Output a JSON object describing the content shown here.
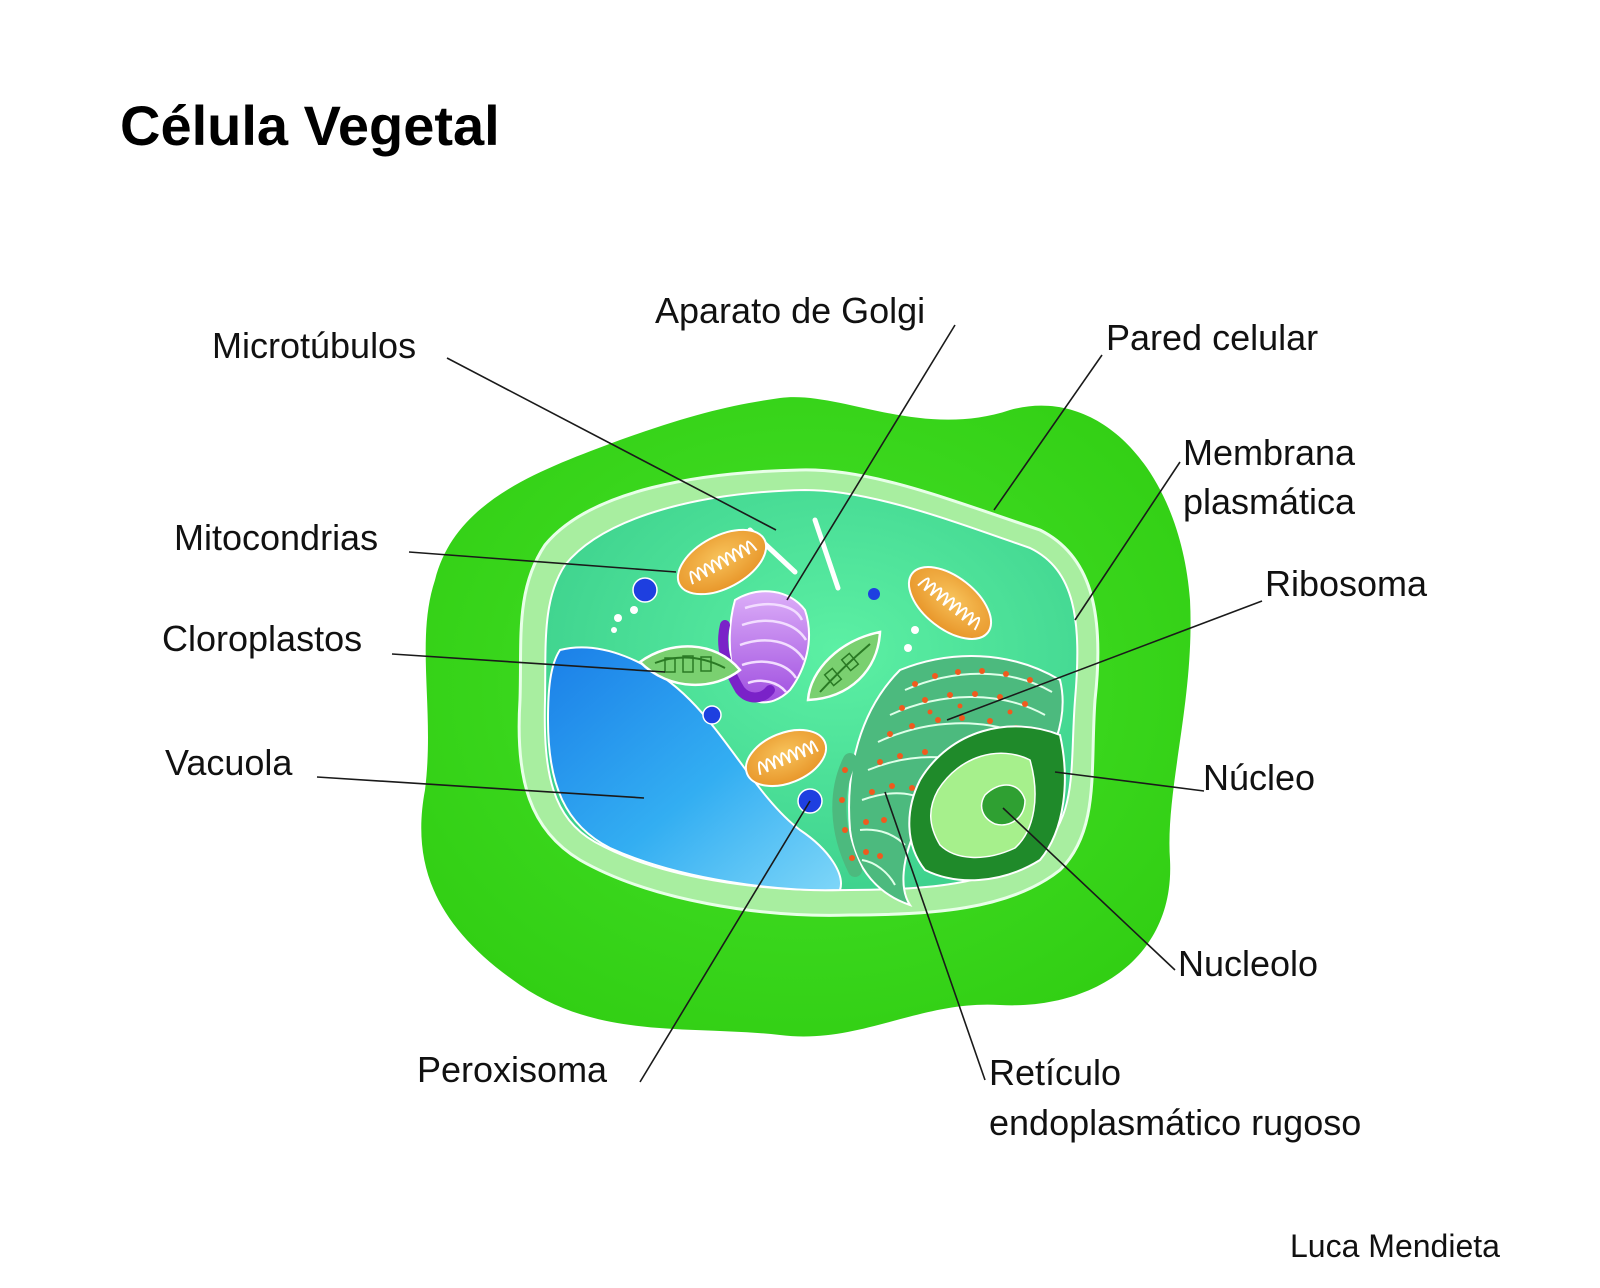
{
  "title": "Célula Vegetal",
  "credit": "Luca Mendieta",
  "labels": {
    "microtubulos": "Microtúbulos",
    "golgi": "Aparato de Golgi",
    "pared": "Pared celular",
    "membrana_1": "Membrana",
    "membrana_2": "plasmática",
    "mitocondrias": "Mitocondrias",
    "ribosoma": "Ribosoma",
    "cloroplastos": "Cloroplastos",
    "vacuola": "Vacuola",
    "nucleo": "Núcleo",
    "nucleolo": "Nucleolo",
    "peroxisoma": "Peroxisoma",
    "reticulo_1": "Retículo",
    "reticulo_2": "endoplasmático rugoso"
  },
  "colors": {
    "cell_wall": "#3ddb1e",
    "membrane": "#9fe89a",
    "cytoplasm": "#4de39a",
    "vacuole": "#2aa6f0",
    "mitochondria": "#f2a93a",
    "golgi": "#c78cf0",
    "chloroplast": "#6fd16a",
    "peroxisome": "#1e4de0",
    "er": "#49b67a",
    "nucleus": "#1f8a2a",
    "nucleoplasm": "#a6f08c",
    "nucleolus": "#2fa032"
  }
}
